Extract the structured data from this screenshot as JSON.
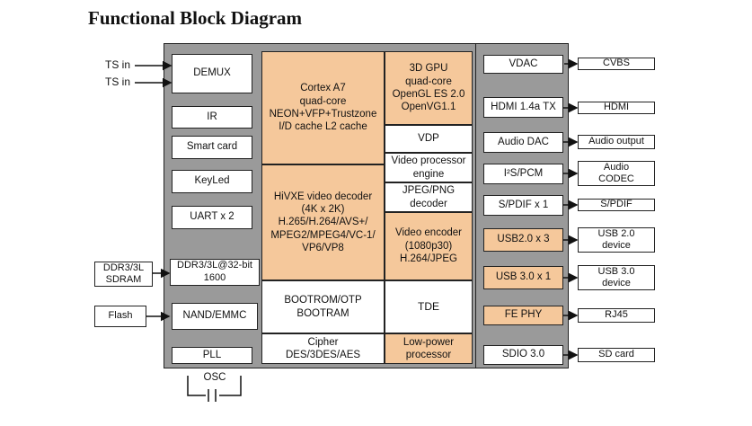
{
  "title": "Functional Block Diagram",
  "left_inputs": {
    "ts_in_1": "TS in",
    "ts_in_2": "TS in"
  },
  "left_blocks": {
    "demux": "DEMUX",
    "ir": "IR",
    "smart_card": "Smart card",
    "keyled": "KeyLed",
    "uart": "UART x 2",
    "ddr_ctrl": "DDR3/3L@32-bit\n1600",
    "nand": "NAND/EMMC",
    "pll": "PLL",
    "osc": "OSC"
  },
  "left_external": {
    "sdram": "DDR3/3L\nSDRAM",
    "flash": "Flash"
  },
  "center_blocks": {
    "cpu": "Cortex A7\nquad-core\nNEON+VFP+Trustzone\nI/D cache L2 cache",
    "gpu": "3D GPU\nquad-core\nOpenGL ES 2.0\nOpenVG1.1",
    "vdp": "VDP",
    "vpe": "Video processor\nengine",
    "jpeg": "JPEG/PNG\ndecoder",
    "video_decoder": "HiVXE video decoder\n(4K x 2K)\nH.265/H.264/AVS+/\nMPEG2/MPEG4/VC-1/\nVP6/VP8",
    "video_encoder": "Video encoder\n(1080p30)\nH.264/JPEG",
    "bootrom": "BOOTROM/OTP\nBOOTRAM",
    "tde": "TDE",
    "cipher": "Cipher\nDES/3DES/AES",
    "low_power": "Low-power\nprocessor"
  },
  "right_blocks": {
    "vdac": "VDAC",
    "hdmi_tx": "HDMI 1.4a TX",
    "audio_dac": "Audio DAC",
    "i2s": "I²S/PCM",
    "spdif": "S/PDIF x 1",
    "usb2": "USB2.0 x 3",
    "usb3": "USB 3.0 x 1",
    "fephy": "FE PHY",
    "sdio": "SDIO 3.0"
  },
  "right_external": {
    "cvbs": "CVBS",
    "hdmi": "HDMI",
    "audio_output": "Audio output",
    "audio_codec": "Audio\nCODEC",
    "spdif": "S/PDIF",
    "usb2_device": "USB 2.0\ndevice",
    "usb3_device": "USB 3.0\ndevice",
    "rj45": "RJ45",
    "sd_card": "SD card"
  }
}
